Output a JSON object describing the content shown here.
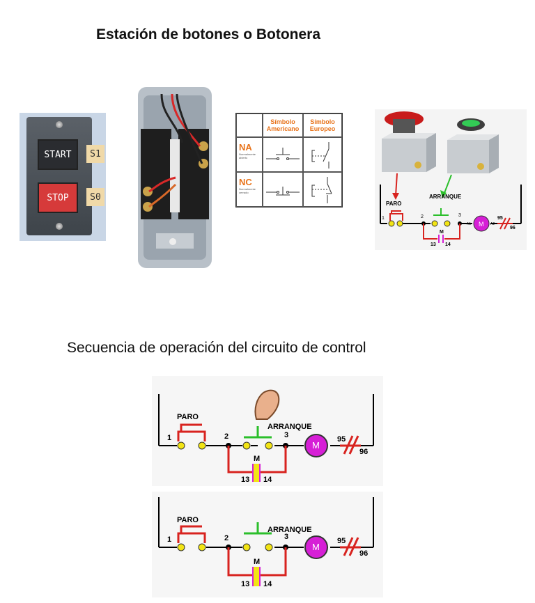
{
  "header": {
    "title": "Estación de botones o Botonera",
    "sequence_title": "Secuencia de operación del circuito de control"
  },
  "station_photo": {
    "start_label": "START",
    "stop_label": "STOP",
    "tag_s1": "S1",
    "tag_s0": "S0"
  },
  "symbol_table": {
    "col_american": "Símbolo Americano",
    "col_european": "Símbolo Europeo",
    "row_na": "NA",
    "row_na_sub": "Normalmente abierto",
    "row_nc": "NC",
    "row_nc_sub": "Normalmente cerrado"
  },
  "illustration": {
    "paro": "PARO",
    "arranque": "ARRANQUE",
    "n1": "1",
    "n2": "2",
    "n3": "3",
    "m": "M",
    "a1": "A1",
    "a2": "A2",
    "c95": "95",
    "c96": "96",
    "c13": "13",
    "c14": "14",
    "contact_m": "M"
  },
  "sequence": {
    "paro": "PARO",
    "arranque": "ARRANQUE",
    "n1": "1",
    "n2": "2",
    "n3": "3",
    "motor": "M",
    "c95": "95",
    "c96": "96",
    "c13": "13",
    "c14": "14",
    "contact_m": "M"
  },
  "colors": {
    "red": "#d8231f",
    "green": "#2bbf2b",
    "magenta": "#d61fd6",
    "yellow": "#f2e414",
    "orange": "#e8731a"
  }
}
